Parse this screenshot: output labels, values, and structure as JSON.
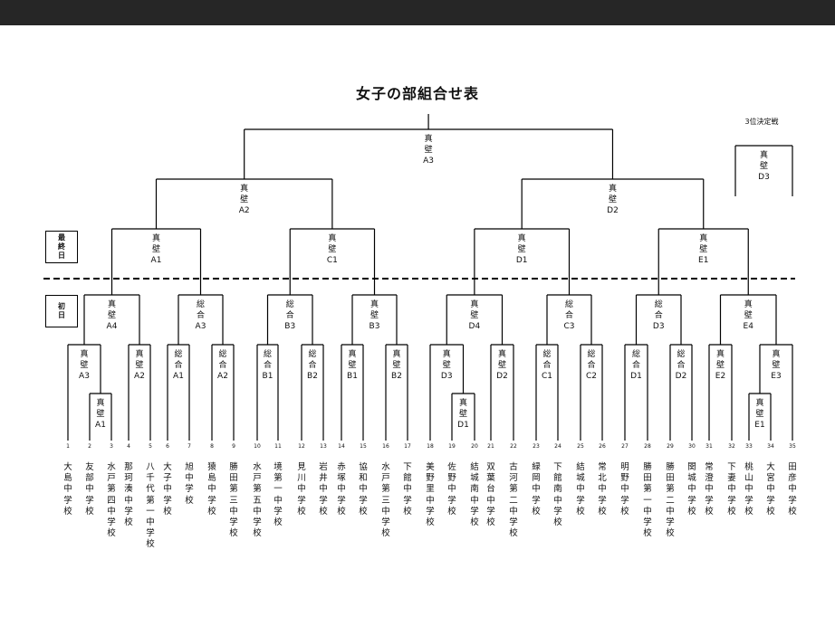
{
  "header": {
    "title": "女子の部組合せ表"
  },
  "day_labels": {
    "final": "最終日",
    "first": "初日"
  },
  "third_place": {
    "title": "3位決定戦",
    "label": "真壁D3"
  },
  "matches": {
    "final": "真壁A3",
    "semi_left": "真壁A2",
    "semi_right": "真壁D2",
    "qf1": "真壁A1",
    "qf2": "真壁C1",
    "qf3": "真壁D1",
    "qf4": "真壁E1",
    "r16_1": "真壁A4",
    "r16_2": "総合A3",
    "r16_3": "総合B3",
    "r16_4": "真壁B3",
    "r16_5": "真壁D4",
    "r16_6": "総合C3",
    "r16_7": "総合D3",
    "r16_8": "真壁E4",
    "r32_1": "真壁A3",
    "r32_2": "真壁A2",
    "r32_3": "総合A1",
    "r32_4": "総合A2",
    "r32_5": "総合B1",
    "r32_6": "総合B2",
    "r32_7": "真壁B1",
    "r32_8": "真壁B2",
    "r32_9": "真壁D3",
    "r32_10": "真壁D2",
    "r32_11": "総合C1",
    "r32_12": "総合C2",
    "r32_13": "総合D1",
    "r32_14": "総合D2",
    "r32_15": "真壁E2",
    "r32_16": "真壁E3",
    "pre_1": "真壁A1",
    "pre_2": "真壁D1",
    "pre_3": "真壁E1"
  },
  "teams": [
    {
      "num": "1",
      "name": "大島中学校"
    },
    {
      "num": "2",
      "name": "友部中学校"
    },
    {
      "num": "3",
      "name": "水戸第四中学校"
    },
    {
      "num": "4",
      "name": "那珂湊中学校"
    },
    {
      "num": "5",
      "name": "八千代第一中学校"
    },
    {
      "num": "6",
      "name": "大子中学校"
    },
    {
      "num": "7",
      "name": "旭中学校"
    },
    {
      "num": "8",
      "name": "猿島中学校"
    },
    {
      "num": "9",
      "name": "勝田第三中学校"
    },
    {
      "num": "10",
      "name": "水戸第五中学校"
    },
    {
      "num": "11",
      "name": "境第一中学校"
    },
    {
      "num": "12",
      "name": "見川中学校"
    },
    {
      "num": "13",
      "name": "岩井中学校"
    },
    {
      "num": "14",
      "name": "赤塚中学校"
    },
    {
      "num": "15",
      "name": "協和中学校"
    },
    {
      "num": "16",
      "name": "水戸第三中学校"
    },
    {
      "num": "17",
      "name": "下館中学校"
    },
    {
      "num": "18",
      "name": "美野里中学校"
    },
    {
      "num": "19",
      "name": "佐野中学校"
    },
    {
      "num": "20",
      "name": "結城南中学校"
    },
    {
      "num": "21",
      "name": "双葉台中学校"
    },
    {
      "num": "22",
      "name": "古河第二中学校"
    },
    {
      "num": "23",
      "name": "緑岡中学校"
    },
    {
      "num": "24",
      "name": "下館南中学校"
    },
    {
      "num": "25",
      "name": "結城中学校"
    },
    {
      "num": "26",
      "name": "常北中学校"
    },
    {
      "num": "27",
      "name": "明野中学校"
    },
    {
      "num": "28",
      "name": "勝田第一中学校"
    },
    {
      "num": "29",
      "name": "勝田第二中学校"
    },
    {
      "num": "30",
      "name": "関城中学校"
    },
    {
      "num": "31",
      "name": "常澄中学校"
    },
    {
      "num": "32",
      "name": "下妻中学校"
    },
    {
      "num": "33",
      "name": "桃山中学校"
    },
    {
      "num": "34",
      "name": "大宮中学校"
    },
    {
      "num": "35",
      "name": "田彦中学校"
    }
  ]
}
